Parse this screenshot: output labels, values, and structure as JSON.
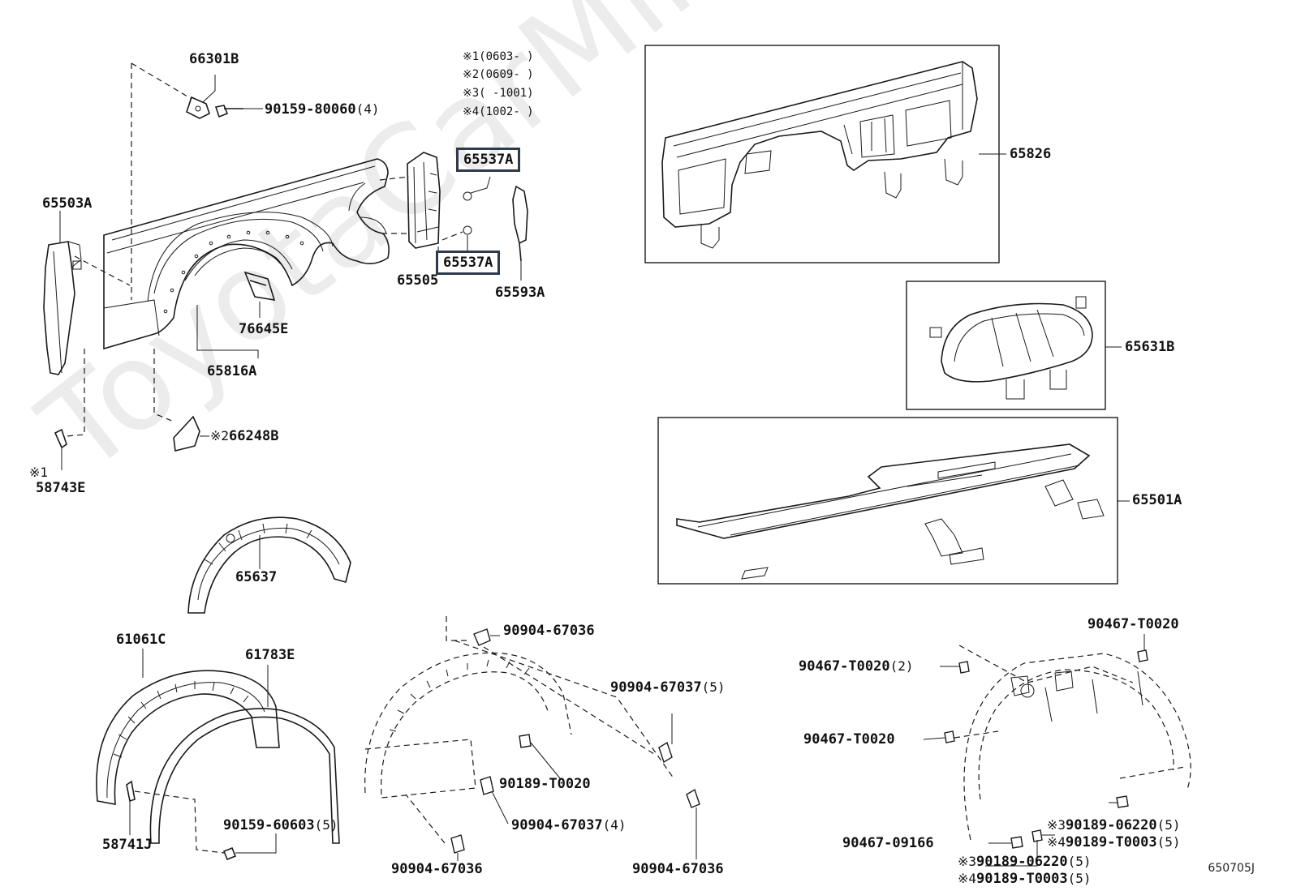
{
  "watermark": "ToyotaCarMine.ru",
  "diagram_code": "650705J",
  "notes": [
    {
      "mark": "※1",
      "range": "(0603-      )"
    },
    {
      "mark": "※2",
      "range": "(0609-      )"
    },
    {
      "mark": "※3",
      "range": "(      -1001)"
    },
    {
      "mark": "※4",
      "range": "(1002-      )"
    }
  ],
  "parts": {
    "p66301B": "66301B",
    "p90159_80060": "90159-80060",
    "q90159_80060": "(4)",
    "p65503A": "65503A",
    "p65537A_1": "65537A",
    "p65537A_2": "65537A",
    "p65505": "65505",
    "p65593A": "65593A",
    "p76645E": "76645E",
    "p65816A": "65816A",
    "p66248B": "66248B",
    "m66248B": "※2",
    "p58743E": "58743E",
    "m58743E": "※1",
    "p65826": "65826",
    "p65631B": "65631B",
    "p65501A": "65501A",
    "p65637": "65637",
    "p61061C": "61061C",
    "p61783E": "61783E",
    "p58741J": "58741J",
    "p90159_60603": "90159-60603",
    "q90159_60603": "(5)",
    "p90904_67036_a": "90904-67036",
    "p90904_67037_a": "90904-67037",
    "q90904_67037_a": "(5)",
    "p90189_T0020": "90189-T0020",
    "p90904_67037_b": "90904-67037",
    "q90904_67037_b": "(4)",
    "p90904_67036_b": "90904-67036",
    "p90904_67036_c": "90904-67036",
    "p90467_T0020_a": "90467-T0020",
    "p90467_T0020_b": "90467-T0020",
    "q90467_T0020_b": "(2)",
    "p90467_T0020_c": "90467-T0020",
    "p90467_09166": "90467-09166",
    "m90189_06220_a": "※3",
    "p90189_06220_a": "90189-06220",
    "q90189_06220_a": "(5)",
    "m90189_T0003_a": "※4",
    "p90189_T0003_a": "90189-T0003",
    "q90189_T0003_a": "(5)",
    "m90189_06220_b": "※3",
    "p90189_06220_b": "90189-06220",
    "q90189_06220_b": "(5)",
    "m90189_T0003_b": "※4",
    "p90189_T0003_b": "90189-T0003",
    "q90189_T0003_b": "(5)"
  }
}
